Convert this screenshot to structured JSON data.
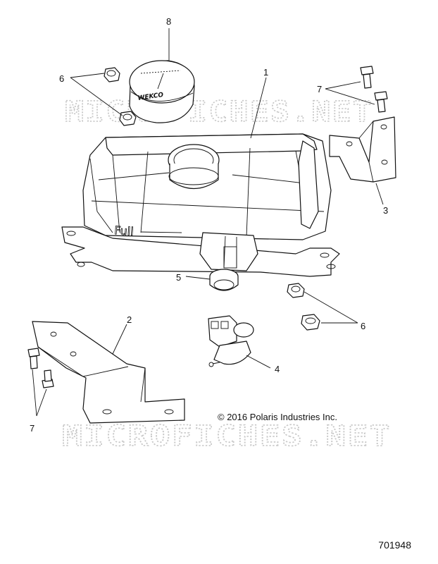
{
  "watermark": {
    "text": "MICROFICHES.NET"
  },
  "callouts": {
    "c1": "1",
    "c2": "2",
    "c3": "3",
    "c4": "4",
    "c5": "5",
    "c6a": "6",
    "c6b": "6",
    "c7a": "7",
    "c7b": "7",
    "c8": "8"
  },
  "part_text": {
    "cap_brand": "WEKCO",
    "tank_emboss": "Full"
  },
  "copyright": "© 2016 Polaris Industries Inc.",
  "drawing_number": "701948"
}
